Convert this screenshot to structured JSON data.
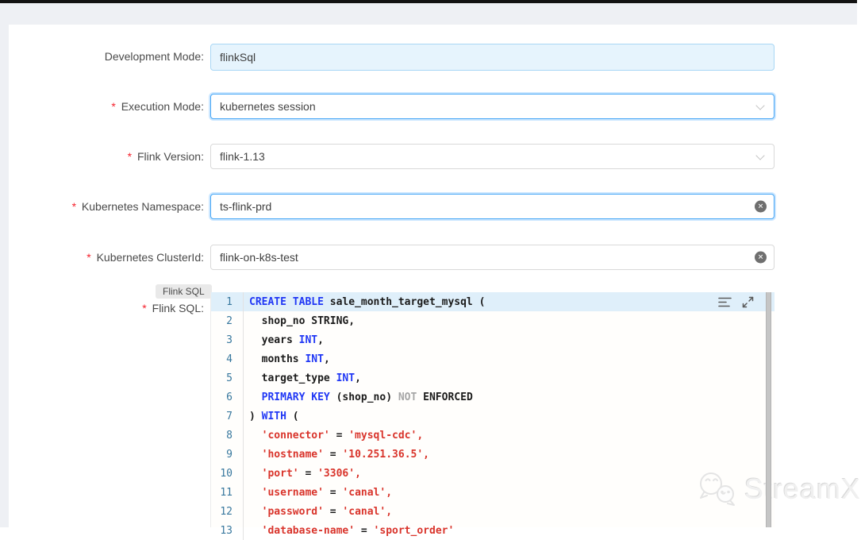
{
  "form": {
    "required_mark": "*",
    "development_mode": {
      "label": "Development Mode:",
      "value": "flinkSql"
    },
    "execution_mode": {
      "label": "Execution Mode:",
      "value": "kubernetes session"
    },
    "flink_version": {
      "label": "Flink Version:",
      "value": "flink-1.13"
    },
    "kubernetes_namespace": {
      "label": "Kubernetes Namespace:",
      "value": "ts-flink-prd"
    },
    "kubernetes_clusterid": {
      "label": "Kubernetes ClusterId:",
      "value": "flink-on-k8s-test"
    },
    "flink_sql": {
      "label": "Flink SQL:",
      "tooltip": "Flink SQL"
    }
  },
  "icons": {
    "clear_glyph": "✕",
    "chevron": "chevron-down",
    "format": "align-lines",
    "fullscreen": "expand-arrows",
    "watermark_logo": "wechat-bubbles"
  },
  "colors": {
    "accent_focus": "#40a9ff",
    "filled_input_bg": "#e6f4fd",
    "current_line_bg": "#dfeffa",
    "keyword": "#2138f5",
    "string": "#d9342b",
    "line_number": "#38789e",
    "required": "#f5222d"
  },
  "watermark": {
    "text": "StreamX"
  },
  "editor": {
    "language": "sql",
    "lines": [
      {
        "no": 1,
        "current": true,
        "tokens": [
          [
            "kw",
            "CREATE TABLE"
          ],
          [
            "plain",
            " sale_month_target_mysql ("
          ]
        ]
      },
      {
        "no": 2,
        "current": false,
        "tokens": [
          [
            "plain",
            "  shop_no STRING,"
          ]
        ]
      },
      {
        "no": 3,
        "current": false,
        "tokens": [
          [
            "plain",
            "  years "
          ],
          [
            "kw",
            "INT"
          ],
          [
            "plain",
            ","
          ]
        ]
      },
      {
        "no": 4,
        "current": false,
        "tokens": [
          [
            "plain",
            "  months "
          ],
          [
            "kw",
            "INT"
          ],
          [
            "plain",
            ","
          ]
        ]
      },
      {
        "no": 5,
        "current": false,
        "tokens": [
          [
            "plain",
            "  target_type "
          ],
          [
            "kw",
            "INT"
          ],
          [
            "plain",
            ","
          ]
        ]
      },
      {
        "no": 6,
        "current": false,
        "tokens": [
          [
            "plain",
            "  "
          ],
          [
            "kw",
            "PRIMARY KEY"
          ],
          [
            "plain",
            " (shop_no) "
          ],
          [
            "dim",
            "NOT"
          ],
          [
            "plain",
            " ENFORCED"
          ]
        ]
      },
      {
        "no": 7,
        "current": false,
        "tokens": [
          [
            "plain",
            ") "
          ],
          [
            "kw",
            "WITH"
          ],
          [
            "plain",
            " ("
          ]
        ]
      },
      {
        "no": 8,
        "current": false,
        "tokens": [
          [
            "plain",
            "  "
          ],
          [
            "str",
            "'connector'"
          ],
          [
            "plain",
            " = "
          ],
          [
            "str",
            "'mysql-cdc',"
          ]
        ]
      },
      {
        "no": 9,
        "current": false,
        "tokens": [
          [
            "plain",
            "  "
          ],
          [
            "str",
            "'hostname'"
          ],
          [
            "plain",
            " = "
          ],
          [
            "str",
            "'10.251.36.5',"
          ]
        ]
      },
      {
        "no": 10,
        "current": false,
        "tokens": [
          [
            "plain",
            "  "
          ],
          [
            "str",
            "'port'"
          ],
          [
            "plain",
            " = "
          ],
          [
            "str",
            "'3306',"
          ]
        ]
      },
      {
        "no": 11,
        "current": false,
        "tokens": [
          [
            "plain",
            "  "
          ],
          [
            "str",
            "'username'"
          ],
          [
            "plain",
            " = "
          ],
          [
            "str",
            "'canal',"
          ]
        ]
      },
      {
        "no": 12,
        "current": false,
        "tokens": [
          [
            "plain",
            "  "
          ],
          [
            "str",
            "'password'"
          ],
          [
            "plain",
            " = "
          ],
          [
            "str",
            "'canal',"
          ]
        ]
      },
      {
        "no": 13,
        "current": false,
        "tokens": [
          [
            "plain",
            "  "
          ],
          [
            "str",
            "'database-name'"
          ],
          [
            "plain",
            " = "
          ],
          [
            "str",
            "'sport_order'"
          ]
        ]
      }
    ]
  }
}
